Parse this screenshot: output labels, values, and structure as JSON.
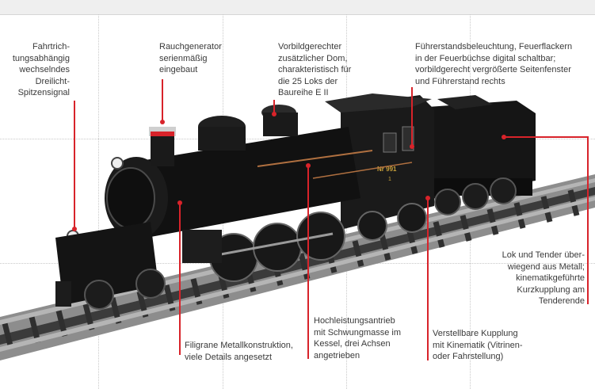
{
  "annotations": {
    "signal": [
      "Fahrtrich-",
      "tungsabhängig",
      "wechselndes",
      "Dreilicht-",
      "Spitzensignal"
    ],
    "smoke": [
      "Rauchgenerator",
      "serienmäßig",
      "eingebaut"
    ],
    "dome": [
      "Vorbildgerechter",
      "zusätzlicher Dom,",
      "charakteristisch für",
      "die 25 Loks der",
      "Baureihe E II"
    ],
    "cab": [
      "Führerstandsbeleuchtung, Feuerflackern",
      "in der Feuerbüchse digital schaltbar;",
      "vorbildgerecht vergrößerte Seitenfenster",
      "und Führerstand rechts"
    ],
    "metal": [
      "Lok und Tender über-",
      "wiegend aus Metall;",
      "kinematikgeführte",
      "Kurzkupplung am",
      "Tenderende"
    ],
    "filigree": [
      "Filigrane Metallkonstruktion,",
      "viele Details angesetzt"
    ],
    "drive": [
      "Hochleistungsantrieb",
      "mit Schwungmasse im",
      "Kessel, drei Achsen",
      "angetrieben"
    ],
    "coupling": [
      "Verstellbare Kupplung",
      "mit Kinematik (Vitrinen-",
      "oder Fahrstellung)"
    ]
  },
  "loco_marks": {
    "number": "Nr 991",
    "small": "1"
  },
  "colors": {
    "leader": "#d8232a",
    "text": "#3a3a3a"
  }
}
